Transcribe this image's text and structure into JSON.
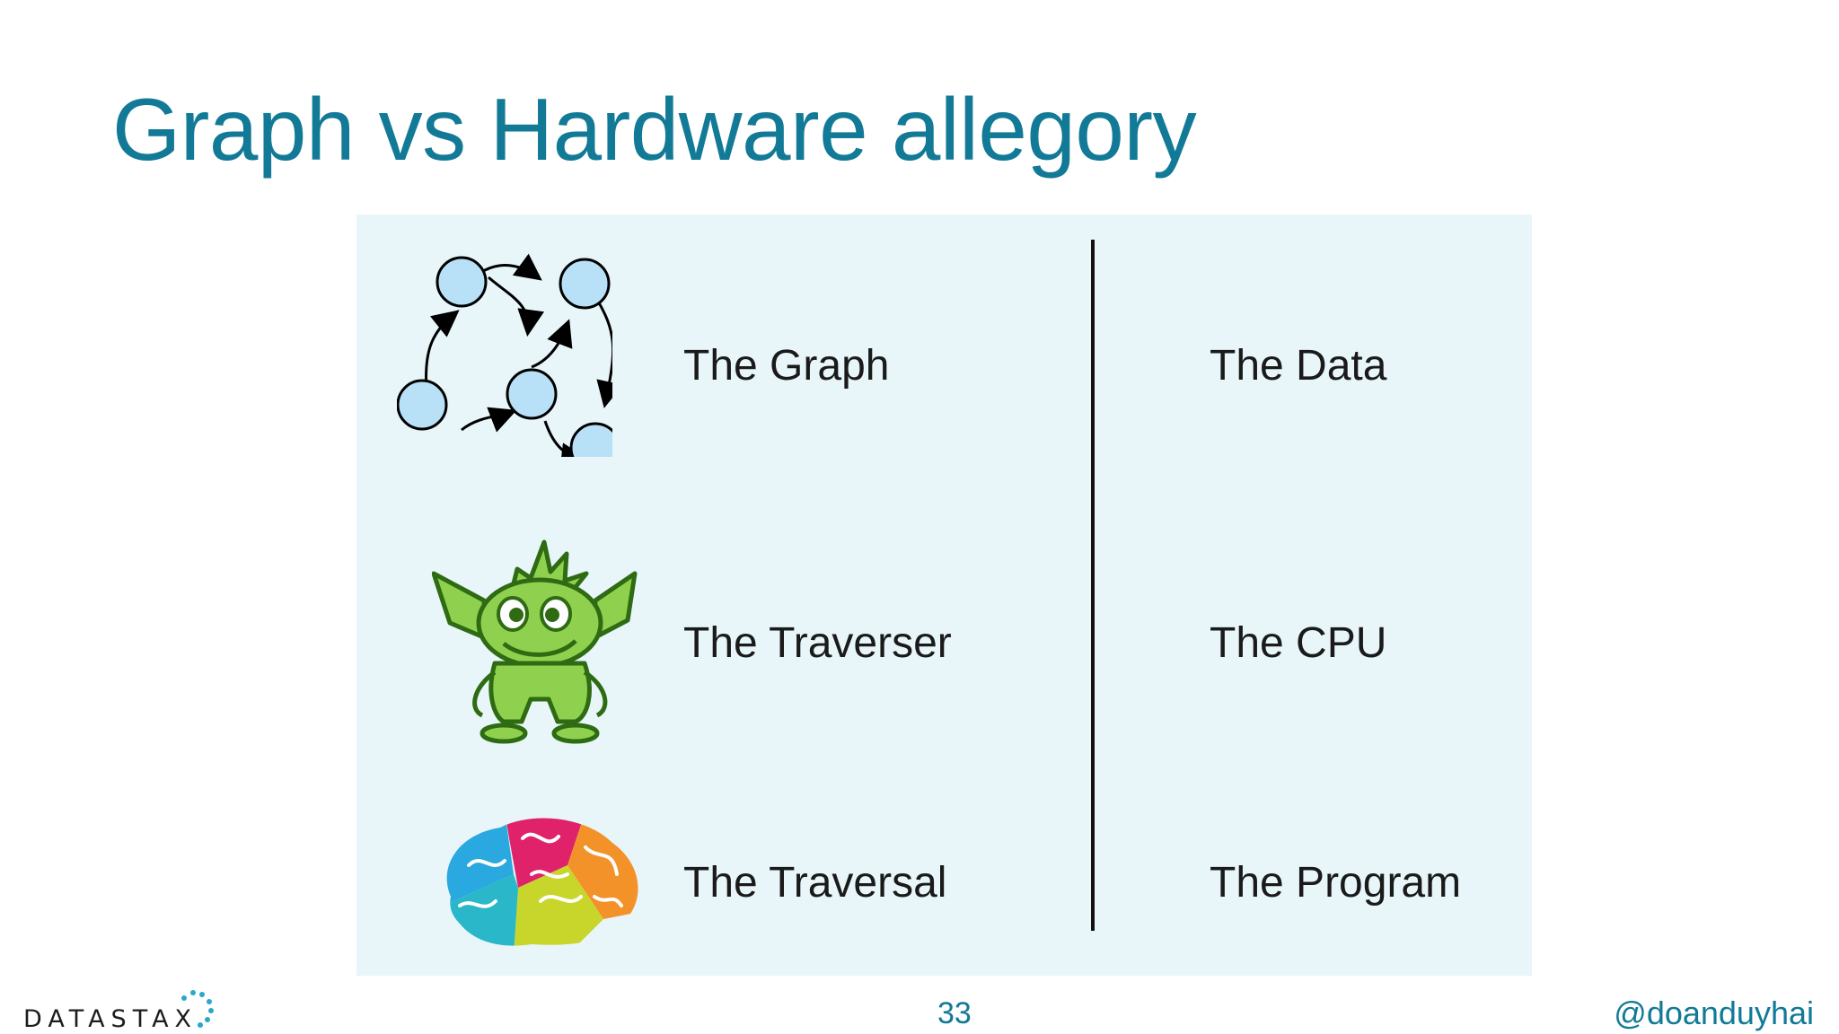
{
  "slide": {
    "title": "Graph vs Hardware allegory",
    "page_number": "33",
    "handle": "@doanduyhai",
    "logo_text": "DATASTAX"
  },
  "allegory": {
    "rows": [
      {
        "left": "The Graph",
        "right": "The Data",
        "icon": "graph-network-icon"
      },
      {
        "left": "The Traverser",
        "right": "The CPU",
        "icon": "goblin-mascot-icon"
      },
      {
        "left": "The Traversal",
        "right": "The Program",
        "icon": "colorful-brain-icon"
      }
    ]
  },
  "colors": {
    "title": "#127a96",
    "panel_bg": "#e8f6fa",
    "node_fill": "#b8e0f7",
    "mascot_green": "#8fd14f"
  }
}
